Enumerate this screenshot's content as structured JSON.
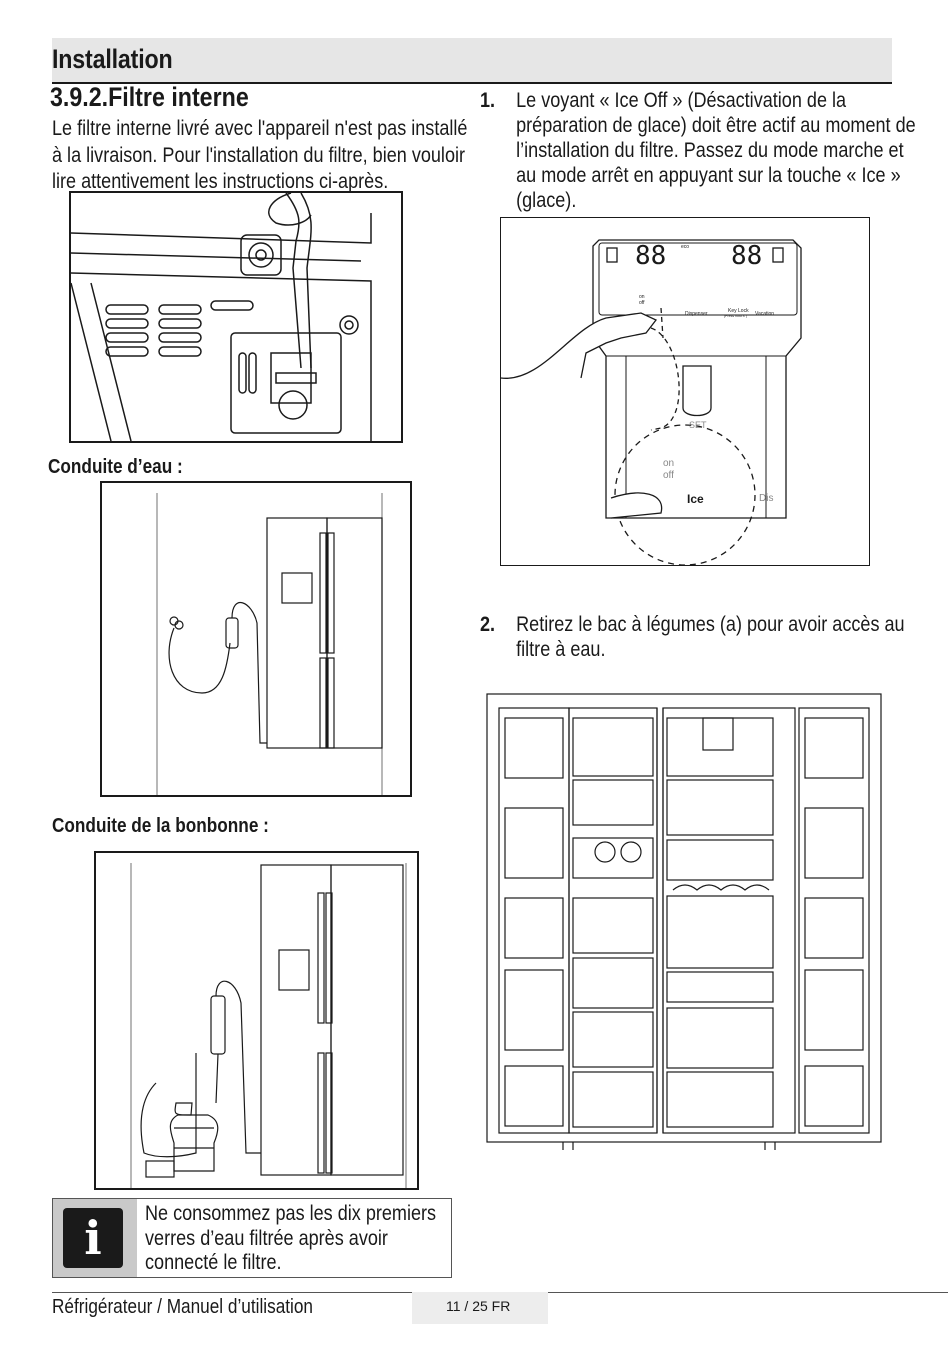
{
  "header": {
    "title": "Installation"
  },
  "section": {
    "title": "3.9.2.Filtre interne",
    "intro": "Le filtre interne livré avec l'appareil n'est pas installé à la livraison. Pour l'installation du filtre, bien vouloir lire attentivement les instructions ci-après."
  },
  "captions": {
    "water_line": "Conduite d’eau :",
    "bottle_line": "Conduite de la bonbonne :"
  },
  "steps": [
    {
      "number": "1.",
      "text": "Le voyant « Ice Off » (Désactivation de la préparation de glace) doit être actif au moment de l’installation du filtre. Passez du mode marche et au mode arrêt en appuyant sur la touche « Ice » (glace)."
    },
    {
      "number": "2.",
      "text": "Retirez le bac à légumes (a) pour avoir accès au filtre à eau."
    }
  ],
  "control_panel": {
    "display_left": "88",
    "display_right": "88",
    "eco_label": "eco",
    "on_label": "on",
    "off_label": "off",
    "dispenser_label": "Dispenser",
    "keylock_label": "Key Lock",
    "keylock_sub": "(Press hold 3\")",
    "vacation_label": "Vacation",
    "set_label": "SET",
    "zoom_on": "on",
    "zoom_off": "off",
    "zoom_ice": "Ice",
    "zoom_dis": "Dis"
  },
  "note": {
    "icon": "info-icon",
    "text": "Ne consommez pas les dix premiers verres d’eau filtrée après avoir connecté le filtre."
  },
  "footer": {
    "left": "Réfrigérateur / Manuel d’utilisation",
    "page": "11 / 25  FR"
  }
}
